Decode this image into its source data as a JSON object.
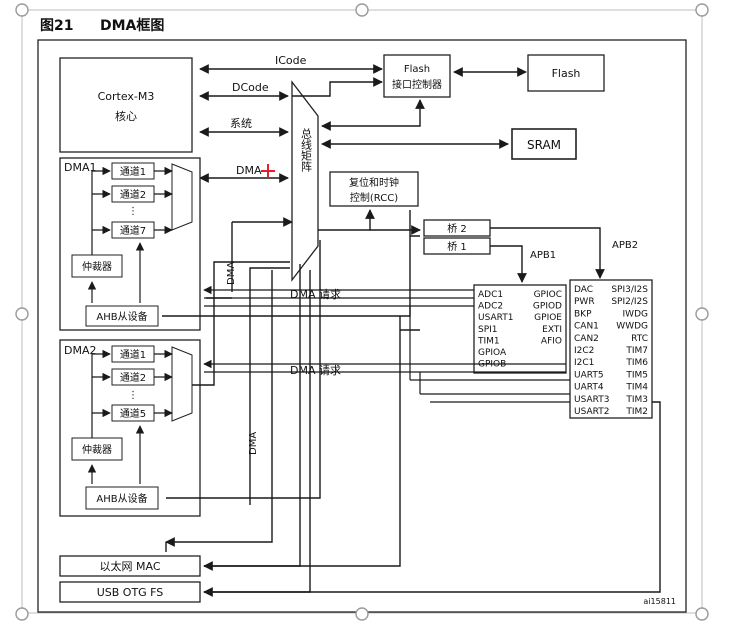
{
  "figure": {
    "number": "图21",
    "title": "DMA框图",
    "id": "ai15811"
  },
  "blocks": {
    "cpu": [
      "Cortex-M3",
      "核心"
    ],
    "flash_ctrl": [
      "Flash",
      "接口控制器"
    ],
    "flash": "Flash",
    "sram": "SRAM",
    "rcc": [
      "复位和时钟",
      "控制(RCC)"
    ],
    "bus_matrix": "总线矩阵",
    "bridge2": "桥 2",
    "bridge1": "桥 1",
    "ethernet": "以太网 MAC",
    "usb": "USB OTG FS"
  },
  "buses": {
    "icode": "ICode",
    "dcode": "DCode",
    "system": "系统",
    "dma": "DMA",
    "apb1": "APB1",
    "apb2": "APB2",
    "dma_request": "DMA  请求"
  },
  "dma1": {
    "label": "DMA1",
    "channels": [
      "通道1",
      "通道2",
      "通道7"
    ],
    "arbiter": "仲裁器",
    "ahb_slave": "AHB从设备"
  },
  "dma2": {
    "label": "DMA2",
    "channels": [
      "通道1",
      "通道2",
      "通道5"
    ],
    "arbiter": "仲裁器",
    "ahb_slave": "AHB从设备"
  },
  "apb1_peripherals": {
    "left": [
      "ADC1",
      "ADC2",
      "USART1",
      "SPI1",
      "TIM1",
      "GPIOA",
      "GPIOB"
    ],
    "right": [
      "GPIOC",
      "GPIOD",
      "GPIOE",
      "EXTI",
      "AFIO"
    ]
  },
  "apb2_peripherals": {
    "left": [
      "DAC",
      "PWR",
      "BKP",
      "CAN1",
      "CAN2",
      "I2C2",
      "I2C1",
      "UART5",
      "UART4",
      "USART3",
      "USART2"
    ],
    "right": [
      "SPI3/I2S",
      "SPI2/I2S",
      "IWDG",
      "WWDG",
      "RTC",
      "TIM7",
      "TIM6",
      "TIM5",
      "TIM4",
      "TIM3",
      "TIM2"
    ]
  },
  "colors": {
    "line": "#1a1a1a",
    "cursor": "#e0202a",
    "handle": "#9a9a9a",
    "frame": "#bdbdbd"
  }
}
